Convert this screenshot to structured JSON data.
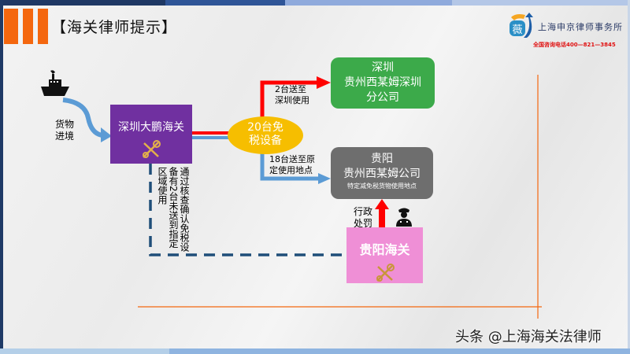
{
  "header": {
    "title": "【海关律师提示】",
    "logo": {
      "icon_text": "薇",
      "firm_name": "上海申京律师事务所",
      "hotline": "全国咨询电话400—821—3845"
    }
  },
  "diagram": {
    "ship_label": "货物进境",
    "ship_label_lines": [
      "货物",
      "进境"
    ],
    "origin_customs": {
      "label": "深圳大鹏海关",
      "icon": "customs-emblem-icon",
      "color": "#7030a0"
    },
    "equipment": {
      "lines": [
        "20台免",
        "税设备"
      ],
      "color": "#f6be00"
    },
    "branch_shenzhen": {
      "edge_label_lines": [
        "2台送至",
        "深圳使用"
      ],
      "target_lines": [
        "深圳",
        "贵州西某姆深圳",
        "分公司"
      ],
      "color": "#3caa4a",
      "arrow_color": "#ff0000"
    },
    "branch_guiyang": {
      "edge_label_lines": [
        "18台送至原",
        "定使用地点"
      ],
      "target_lines": [
        "贵阳",
        "贵州西某姆公司"
      ],
      "target_sub": "特定减免税货物使用地点",
      "color": "#6e6e6e",
      "arrow_color": "#5b9bd5"
    },
    "verification_note_col1": "通过核查确认免税设",
    "verification_note_col2": "备有2台未送到指定",
    "verification_note_col3": "区域使用",
    "guiyang_customs": {
      "label": "贵阳海关",
      "icon": "customs-emblem-icon",
      "color": "#ef8fd6"
    },
    "penalty_lines": [
      "行政",
      "处罚"
    ],
    "officer_icon": "police-officer-icon",
    "dashed_line_color": "#1f4e79",
    "accent_line_color": "#f4670f"
  },
  "watermark": "头条 @上海海关法律师",
  "colors": {
    "top_bar": [
      "#1f3864",
      "#2f5597",
      "#8faadc",
      "#b4c7e7"
    ],
    "stripe": "#f4670f"
  }
}
